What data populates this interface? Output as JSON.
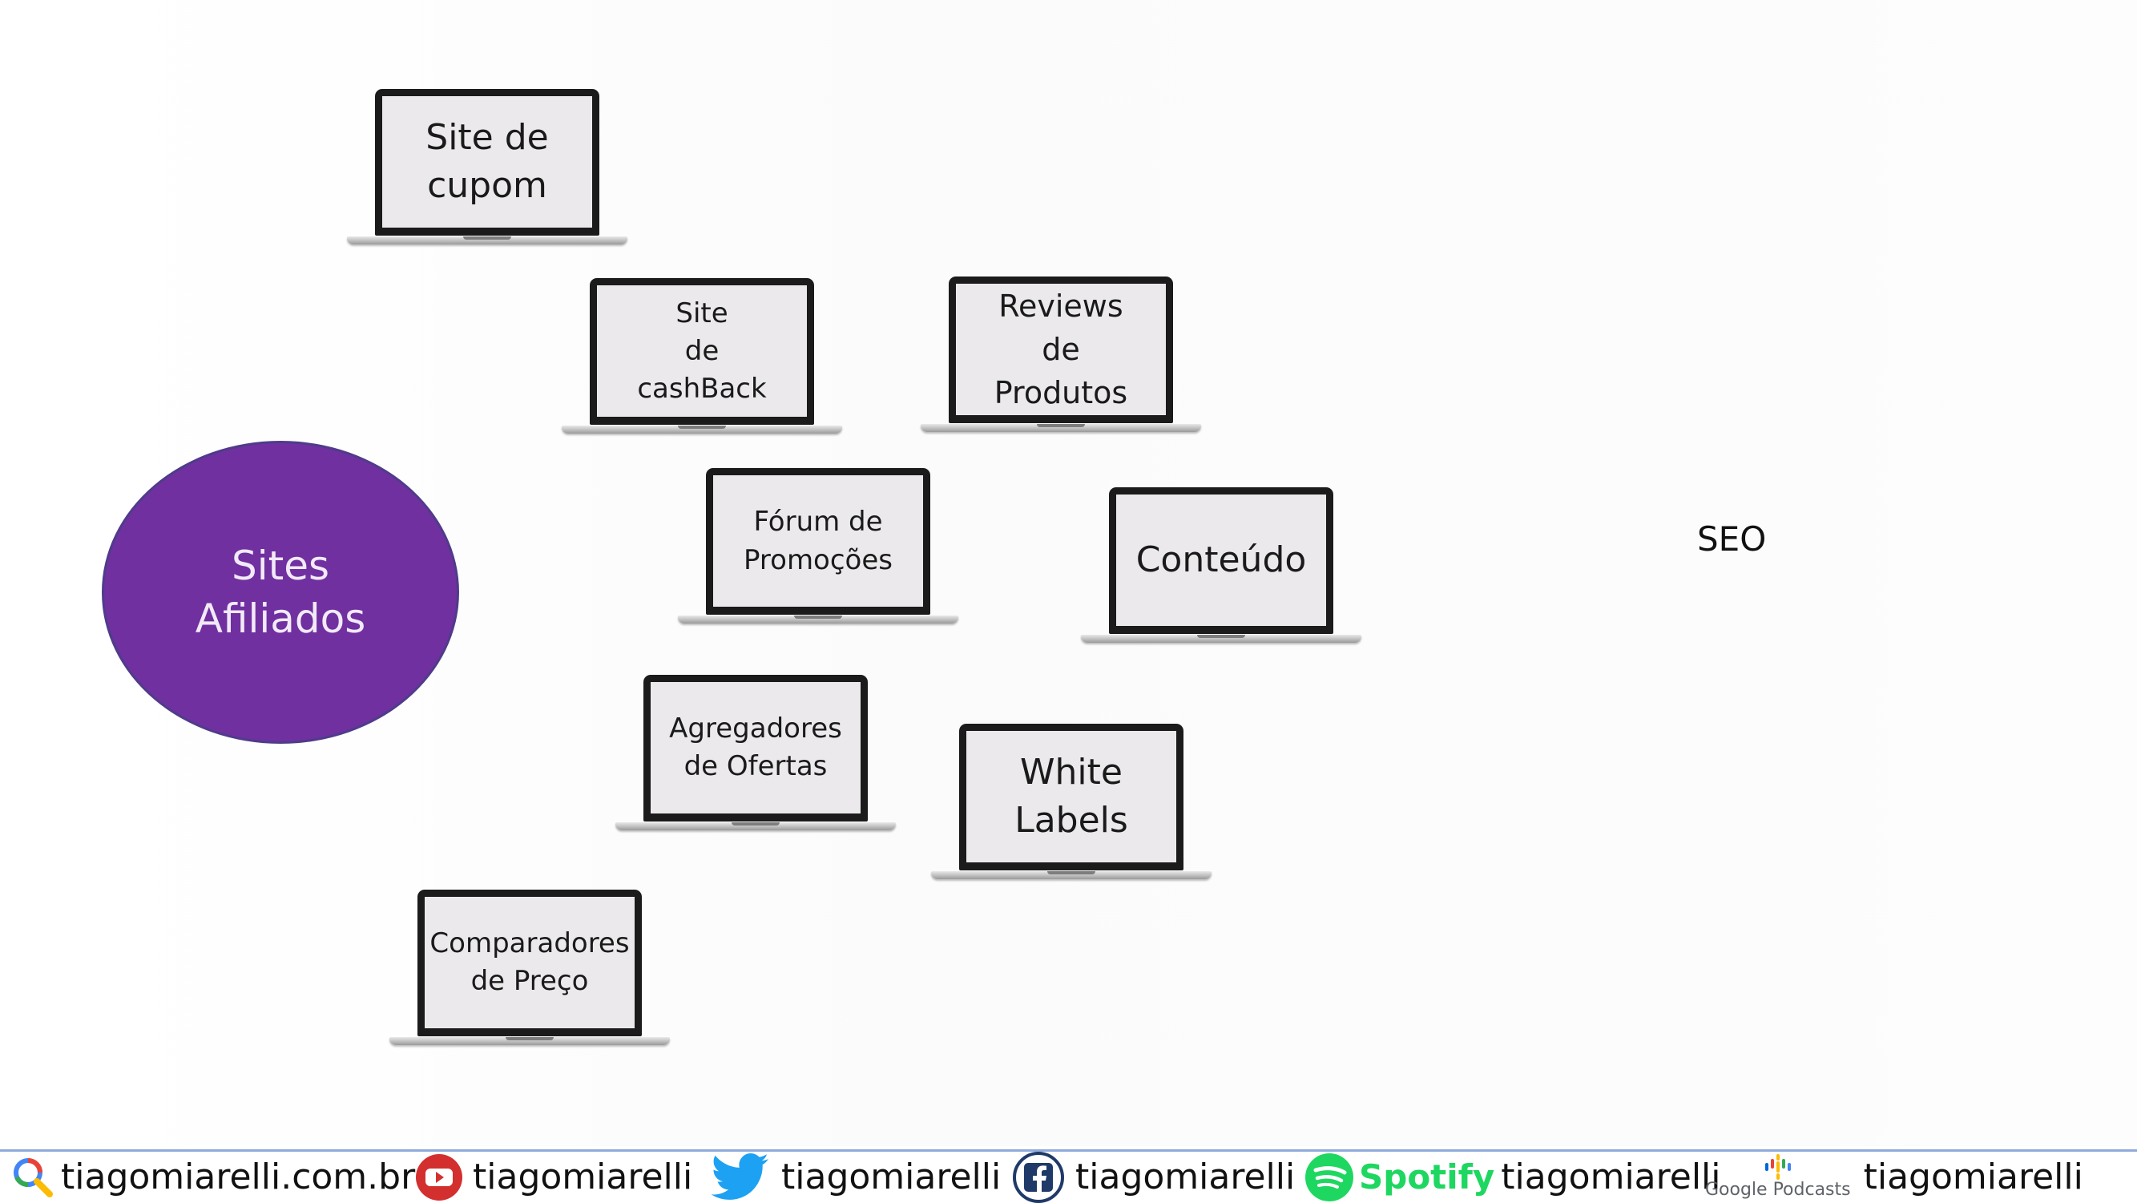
{
  "diagram": {
    "center": {
      "label": "Sites\nAfiliados",
      "color": "#7030a0"
    },
    "nodes": [
      {
        "label": "Site de\ncupom"
      },
      {
        "label": "Site\nde\ncashBack"
      },
      {
        "label": "Reviews\nde\nProdutos"
      },
      {
        "label": "Fórum de\nPromoções"
      },
      {
        "label": "Conteúdo"
      },
      {
        "label": "Agregadores\nde Ofertas"
      },
      {
        "label": "White\nLabels"
      },
      {
        "label": "Comparadores\nde Preço"
      }
    ],
    "side_label": "SEO"
  },
  "footer": {
    "items": [
      {
        "icon": "search-icon",
        "text": "tiagomiarelli.com.br"
      },
      {
        "icon": "youtube-icon",
        "text": "tiagomiarelli"
      },
      {
        "icon": "twitter-icon",
        "text": "tiagomiarelli"
      },
      {
        "icon": "facebook-icon",
        "text": "tiagomiarelli"
      },
      {
        "icon": "spotify-icon",
        "brand": "Spotify",
        "text": "tiagomiarelli"
      },
      {
        "icon": "google-podcasts-icon",
        "brand": "Google Podcasts",
        "text": "tiagomiarelli"
      }
    ],
    "accent": "#8faadc"
  }
}
